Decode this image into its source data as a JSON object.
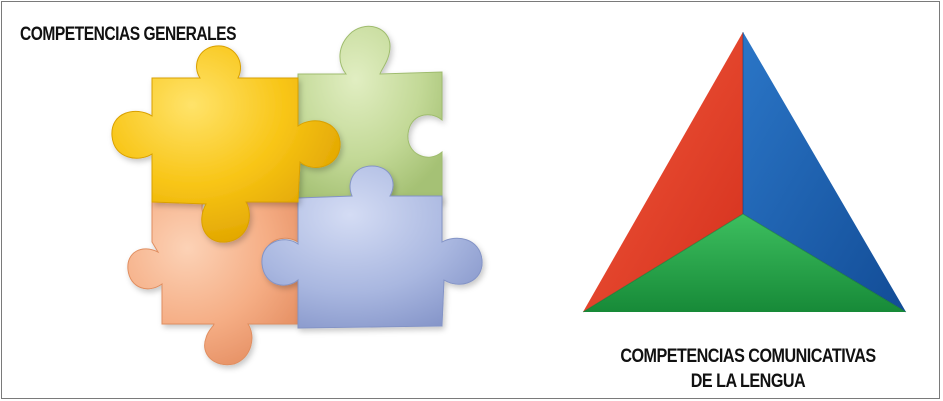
{
  "left_panel": {
    "title": "COMPETENCIAS GENERALES",
    "puzzle_pieces": [
      {
        "name": "yellow-piece",
        "color": "#f5c417"
      },
      {
        "name": "green-piece",
        "color": "#c4d99a"
      },
      {
        "name": "orange-piece",
        "color": "#f5ad84"
      },
      {
        "name": "blue-piece",
        "color": "#a9b7e0"
      }
    ]
  },
  "right_panel": {
    "title_line1": "COMPETENCIAS COMUNICATIVAS",
    "title_line2": "DE LA LENGUA",
    "triangle_faces": [
      {
        "name": "red-face",
        "color": "#e8442a"
      },
      {
        "name": "blue-face",
        "color": "#1b5fb0"
      },
      {
        "name": "green-face",
        "color": "#23a54a"
      }
    ]
  }
}
